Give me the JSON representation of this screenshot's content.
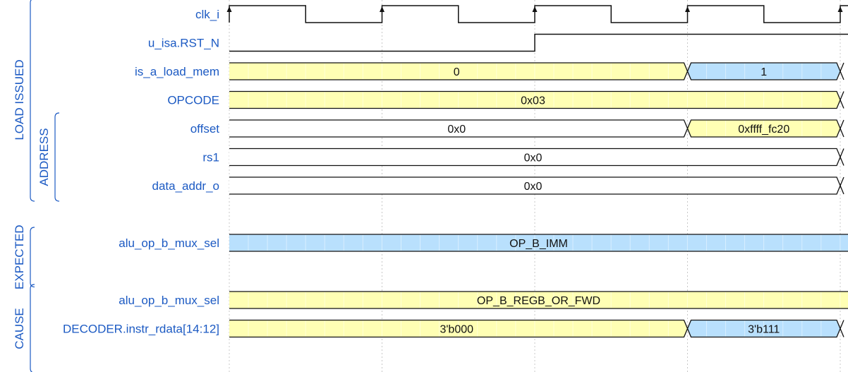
{
  "diagram": {
    "type": "timing-diagram",
    "time_units": "half-cycles",
    "visible_cycles": 4,
    "colors": {
      "signal_label": "#1c5ac3",
      "group_label": "#1c5ac3",
      "line": "#111111",
      "grid": "#c8c8c8",
      "yellow_fill": "#ffffb4",
      "blue_fill": "#b9e0fd",
      "white_fill": "#ffffff",
      "orange_hint": "#ffc988"
    },
    "groups": [
      {
        "label": "LOAD ISSUED",
        "level": 0,
        "from_row": 0,
        "to_row": 6
      },
      {
        "label": "ADDRESS",
        "level": 1,
        "from_row": 4,
        "to_row": 6
      },
      {
        "label": "EXPECTED",
        "level": 0,
        "from_row": 8,
        "to_row": 9
      },
      {
        "label": "CAUSE",
        "level": 0,
        "from_row": 10,
        "to_row": 12
      }
    ],
    "signals": [
      {
        "name": "clk_i",
        "kind": "clock",
        "rising_edges": [
          0,
          2,
          4,
          6,
          8
        ]
      },
      {
        "name": "u_isa.RST_N",
        "kind": "bit",
        "levels": [
          {
            "start": 0,
            "value": 0
          },
          {
            "start": 4,
            "value": 1
          }
        ]
      },
      {
        "name": "is_a_load_mem",
        "kind": "bus",
        "segments": [
          {
            "start": 0,
            "end": 6,
            "value": "0",
            "fill": "yellow"
          },
          {
            "start": 6,
            "end": 8,
            "value": "1",
            "fill": "blue"
          }
        ]
      },
      {
        "name": "OPCODE",
        "kind": "bus",
        "segments": [
          {
            "start": 0,
            "end": 8,
            "value": "0x03",
            "fill": "yellow"
          }
        ]
      },
      {
        "name": "offset",
        "kind": "bus",
        "segments": [
          {
            "start": 0,
            "end": 6,
            "value": "0x0",
            "fill": "white"
          },
          {
            "start": 6,
            "end": 8,
            "value": "0xffff_fc20",
            "fill": "yellow"
          }
        ]
      },
      {
        "name": "rs1",
        "kind": "bus",
        "segments": [
          {
            "start": 0,
            "end": 8,
            "value": "0x0",
            "fill": "white"
          }
        ]
      },
      {
        "name": "data_addr_o",
        "kind": "bus",
        "segments": [
          {
            "start": 0,
            "end": 8,
            "value": "0x0",
            "fill": "white"
          }
        ]
      },
      {
        "name": "",
        "kind": "gap"
      },
      {
        "name": "alu_op_b_mux_sel",
        "kind": "bus",
        "segments": [
          {
            "start": 0,
            "end": 8.2,
            "value": "OP_B_IMM",
            "fill": "blue"
          }
        ]
      },
      {
        "name": "",
        "kind": "gap"
      },
      {
        "name": "alu_op_b_mux_sel",
        "kind": "bus",
        "segments": [
          {
            "start": 0,
            "end": 8.2,
            "value": "OP_B_REGB_OR_FWD",
            "fill": "yellow"
          }
        ]
      },
      {
        "name": "DECODER.instr_rdata[14:12]",
        "kind": "bus",
        "segments": [
          {
            "start": 0,
            "end": 6,
            "value": "3'b000",
            "fill": "yellow"
          },
          {
            "start": 6,
            "end": 8,
            "value": "3'b111",
            "fill": "blue"
          }
        ]
      },
      {
        "name": "",
        "kind": "gap"
      }
    ]
  }
}
